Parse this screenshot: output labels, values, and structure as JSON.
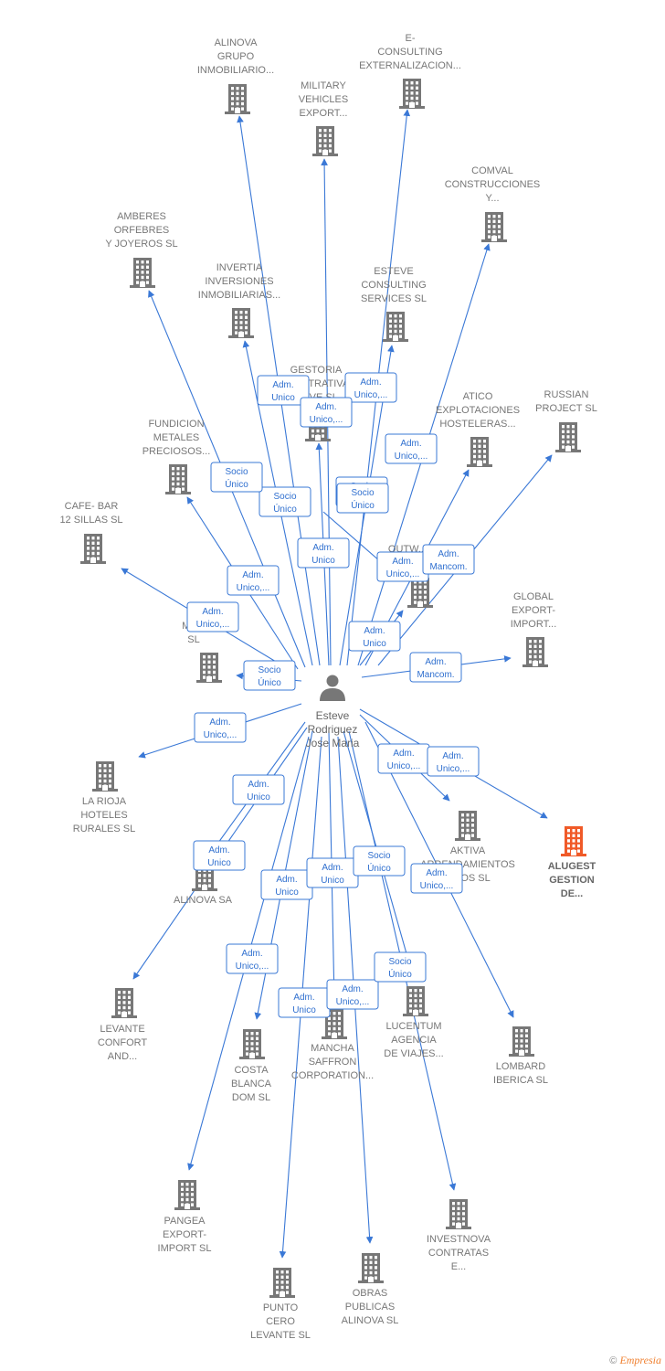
{
  "center": {
    "name": "Esteve Rodriguez Jose Maria",
    "lines": [
      "Esteve",
      "Rodriguez",
      "Jose Maria"
    ]
  },
  "colors": {
    "edge": "#3a78d6",
    "building": "#777777",
    "highlight": "#f05a28"
  },
  "nodes": [
    {
      "id": "alinova_grupo",
      "lines": [
        "ALINOVA",
        "GRUPO",
        "INMOBILIARIO..."
      ]
    },
    {
      "id": "e_consulting",
      "lines": [
        "E-",
        "CONSULTING",
        "EXTERNALIZACION..."
      ]
    },
    {
      "id": "military",
      "lines": [
        "MILITARY",
        "VEHICLES",
        "EXPORT..."
      ]
    },
    {
      "id": "comval",
      "lines": [
        "COMVAL",
        "CONSTRUCCIONES",
        "Y..."
      ]
    },
    {
      "id": "amberes",
      "lines": [
        "AMBERES",
        "ORFEBRES",
        "Y JOYEROS  SL"
      ]
    },
    {
      "id": "invertia",
      "lines": [
        "INVERTIA",
        "INVERSIONES",
        "INMOBILIARIAS..."
      ]
    },
    {
      "id": "esteve_consulting",
      "lines": [
        "ESTEVE",
        "CONSULTING",
        "SERVICES SL"
      ]
    },
    {
      "id": "gestoria",
      "lines": [
        "GESTORIA",
        "...NISTRATIVA",
        "...EVE  SL"
      ]
    },
    {
      "id": "atico",
      "lines": [
        "ATICO",
        "EXPLOTACIONES",
        "HOSTELERAS..."
      ]
    },
    {
      "id": "russian",
      "lines": [
        "RUSSIAN",
        "PROJECT SL"
      ]
    },
    {
      "id": "fundicion",
      "lines": [
        "FUNDICION",
        "METALES",
        "PRECIOSOS..."
      ]
    },
    {
      "id": "cafe_bar",
      "lines": [
        "CAFE- BAR",
        "12 SILLAS  SL"
      ]
    },
    {
      "id": "outw",
      "lines": [
        "OUTW..."
      ]
    },
    {
      "id": "global_export",
      "lines": [
        "GLOBAL",
        "EXPORT-",
        "IMPORT..."
      ]
    },
    {
      "id": "ma_sl",
      "lines": [
        "MA...",
        "SL"
      ]
    },
    {
      "id": "la_rioja",
      "lines": [
        "LA RIOJA",
        "HOTELES",
        "RURALES  SL"
      ]
    },
    {
      "id": "aktiva",
      "lines": [
        "AKTIVA",
        "ARRENDAMIENTOS",
        "...NOS  SL"
      ]
    },
    {
      "id": "alugest",
      "lines": [
        "ALUGEST",
        "GESTION",
        "DE..."
      ],
      "highlight": true
    },
    {
      "id": "alinova_sa",
      "lines": [
        "ALINOVA SA"
      ]
    },
    {
      "id": "levante_confort",
      "lines": [
        "LEVANTE",
        "CONFORT",
        "AND..."
      ]
    },
    {
      "id": "costa_blanca",
      "lines": [
        "COSTA",
        "BLANCA",
        "DOM  SL"
      ]
    },
    {
      "id": "mancha",
      "lines": [
        "MANCHA",
        "SAFFRON",
        "CORPORATION..."
      ]
    },
    {
      "id": "lucentum",
      "lines": [
        "LUCENTUM",
        "AGENCIA",
        "DE VIAJES..."
      ]
    },
    {
      "id": "lombard",
      "lines": [
        "LOMBARD",
        "IBERICA  SL"
      ]
    },
    {
      "id": "pangea",
      "lines": [
        "PANGEA",
        "EXPORT-",
        "IMPORT  SL"
      ]
    },
    {
      "id": "punto_cero",
      "lines": [
        "PUNTO",
        "CERO",
        "LEVANTE SL"
      ]
    },
    {
      "id": "obras",
      "lines": [
        "OBRAS",
        "PUBLICAS",
        "ALINOVA  SL"
      ]
    },
    {
      "id": "investnova",
      "lines": [
        "INVESTNOVA",
        "CONTRATAS",
        "E..."
      ]
    }
  ],
  "edges": [
    {
      "to": "alinova_grupo",
      "label": [
        "Adm.",
        "Unico"
      ]
    },
    {
      "to": "e_consulting",
      "label": [
        "Adm.",
        "Unico,..."
      ]
    },
    {
      "to": "military",
      "label": [
        "Socio",
        "Único"
      ]
    },
    {
      "to": "comval",
      "label": [
        "Adm.",
        "Unico,..."
      ]
    },
    {
      "to": "amberes",
      "label": [
        "Socio",
        "Único"
      ]
    },
    {
      "to": "invertia",
      "label": [
        "Adm.",
        "Unico"
      ]
    },
    {
      "to": "esteve_consulting",
      "label": [
        "Socio",
        "Único"
      ]
    },
    {
      "to": "gestoria",
      "label": [
        "Adm.",
        "Unico,..."
      ]
    },
    {
      "to": "atico",
      "label": [
        "Adm.",
        "Unico,..."
      ]
    },
    {
      "to": "russian",
      "label": [
        "Adm.",
        "Mancom."
      ]
    },
    {
      "to": "fundicion",
      "label": [
        "Adm.",
        "Unico,..."
      ]
    },
    {
      "to": "cafe_bar",
      "label": [
        "Adm.",
        "Unico,..."
      ]
    },
    {
      "to": "outw",
      "label": [
        "Socio",
        "Único"
      ]
    },
    {
      "to": "outw",
      "label": [
        "Adm.",
        "Unico"
      ]
    },
    {
      "to": "global_export",
      "label": [
        "Adm.",
        "Mancom."
      ]
    },
    {
      "to": "ma_sl",
      "label": [
        "Socio",
        "Único"
      ]
    },
    {
      "to": "la_rioja",
      "label": [
        "Adm.",
        "Unico,..."
      ]
    },
    {
      "to": "aktiva",
      "label": [
        "Adm.",
        "Unico,..."
      ]
    },
    {
      "to": "alugest",
      "label": [
        "Adm.",
        "Unico,..."
      ]
    },
    {
      "to": "alinova_sa",
      "label": [
        "Adm.",
        "Unico"
      ]
    },
    {
      "to": "levante_confort",
      "label": [
        "Adm.",
        "Unico"
      ]
    },
    {
      "to": "costa_blanca",
      "label": [
        "Adm.",
        "Unico"
      ]
    },
    {
      "to": "mancha",
      "label": [
        "Adm.",
        "Unico"
      ]
    },
    {
      "to": "lucentum",
      "label": [
        "Socio",
        "Único"
      ]
    },
    {
      "to": "lombard",
      "label": [
        "Adm.",
        "Unico,..."
      ]
    },
    {
      "to": "pangea",
      "label": [
        "Adm.",
        "Unico,..."
      ]
    },
    {
      "to": "punto_cero",
      "label": [
        "Adm.",
        "Unico"
      ]
    },
    {
      "to": "obras",
      "label": [
        "Adm.",
        "Unico,..."
      ]
    },
    {
      "to": "investnova",
      "label": [
        "Socio",
        "Único"
      ]
    }
  ],
  "footer": {
    "copyright": "©",
    "brand": "Empresia"
  }
}
